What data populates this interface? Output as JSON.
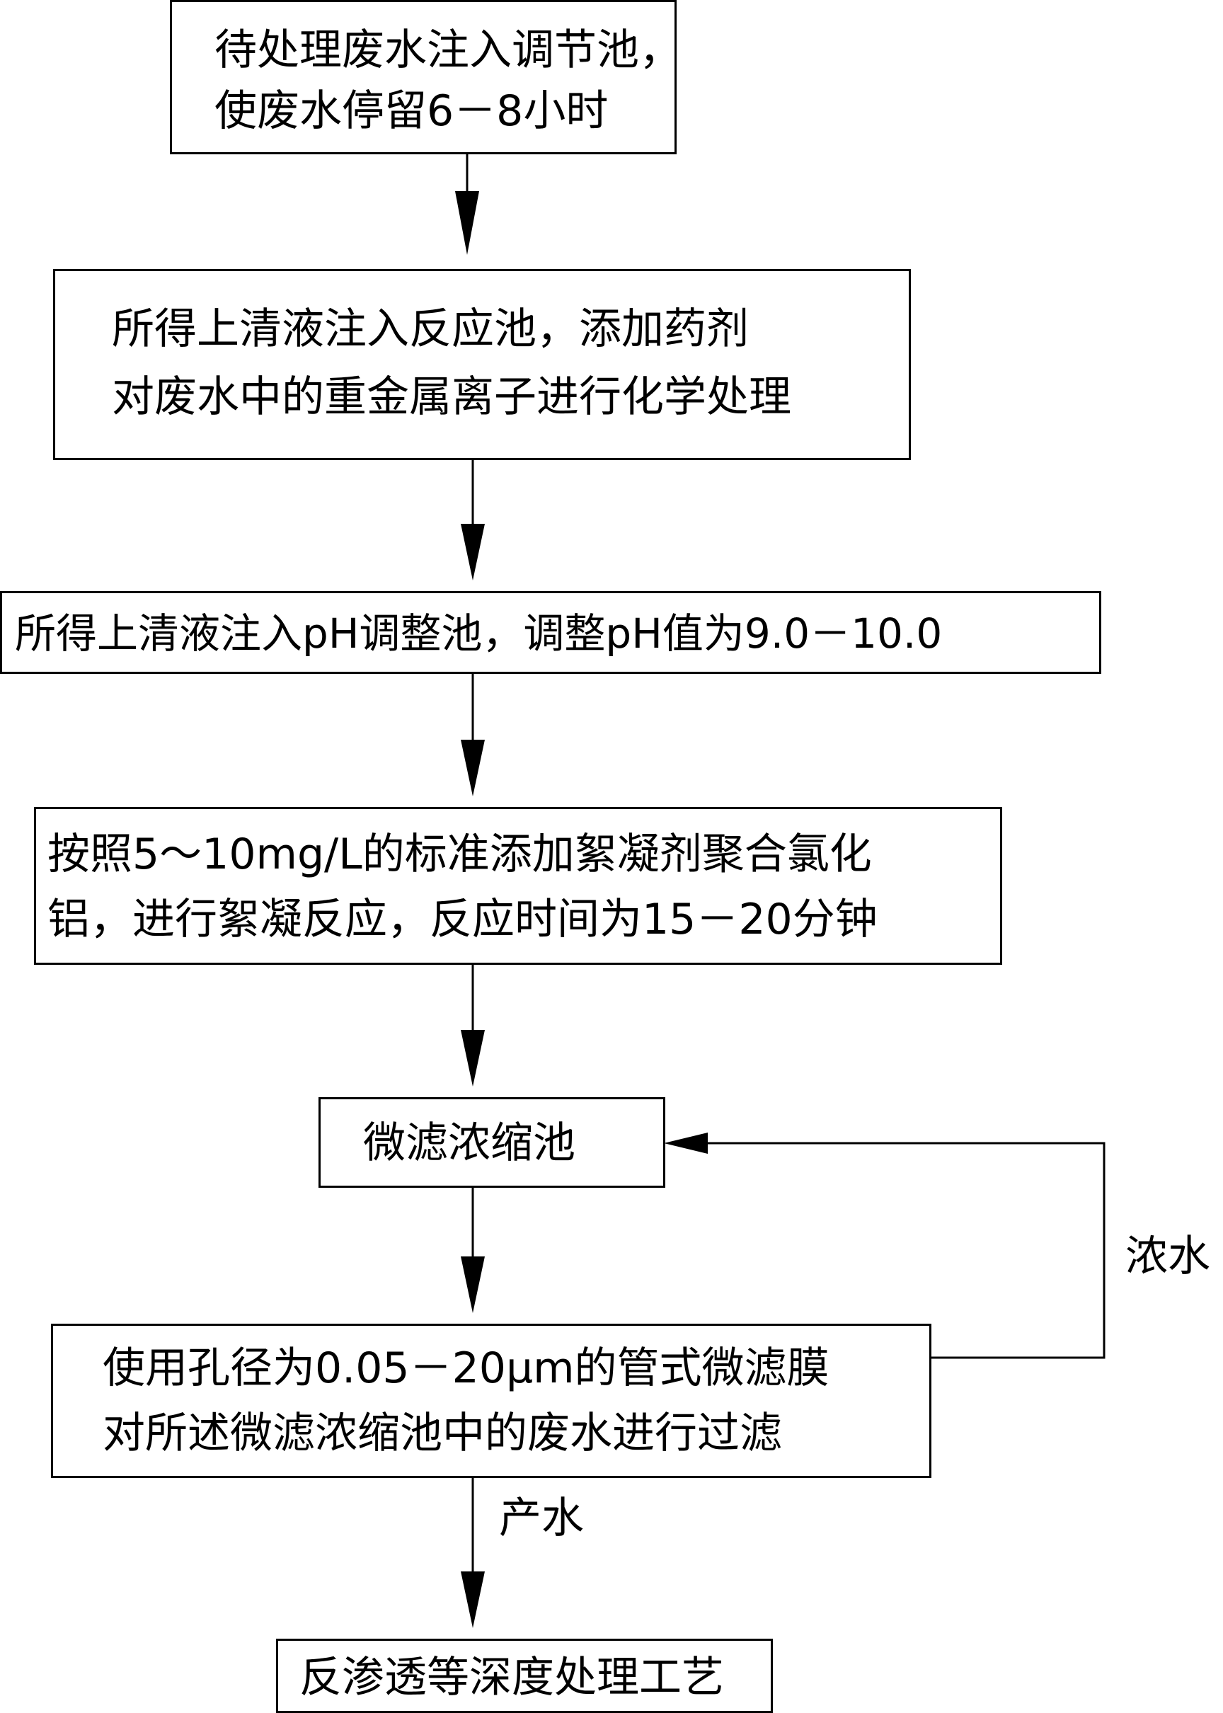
{
  "steps": [
    {
      "lines": [
        "待处理废水注入调节池，",
        "使废水停留6－8小时"
      ]
    },
    {
      "lines": [
        "所得上清液注入反应池，添加药剂",
        "对废水中的重金属离子进行化学处理"
      ]
    },
    {
      "lines": [
        "所得上清液注入pH调整池，调整pH值为9.0－10.0"
      ]
    },
    {
      "lines": [
        "按照5～10mg/L的标准添加絮凝剂聚合氯化",
        "铝，进行絮凝反应，反应时间为15－20分钟"
      ]
    },
    {
      "lines": [
        "微滤浓缩池"
      ]
    },
    {
      "lines": [
        "使用孔径为0.05－20μm的管式微滤膜",
        "对所述微滤浓缩池中的废水进行过滤"
      ]
    },
    {
      "lines": [
        "反渗透等深度处理工艺"
      ]
    }
  ],
  "edge_labels": {
    "concentrate": "浓水",
    "product": "产水"
  }
}
